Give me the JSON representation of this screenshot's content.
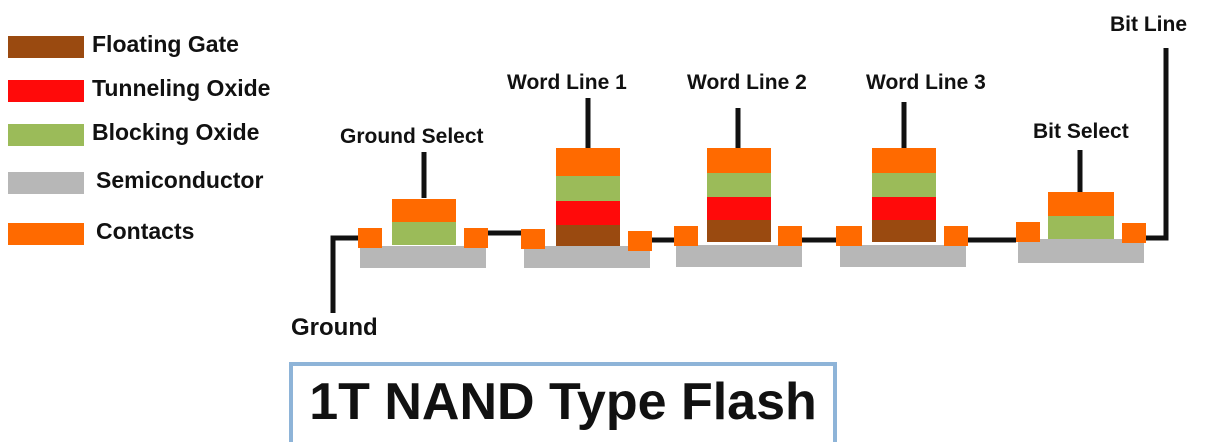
{
  "legend": [
    {
      "label": "Floating Gate",
      "color": "#9a4a10"
    },
    {
      "label": "Tunneling Oxide",
      "color": "#ff0a0a"
    },
    {
      "label": "Blocking Oxide",
      "color": "#9bbb59"
    },
    {
      "label": "Semiconductor",
      "color": "#b7b7b7"
    },
    {
      "label": "Contacts",
      "color": "#ff6a00"
    }
  ],
  "labels": {
    "ground": "Ground",
    "ground_select": "Ground Select",
    "word_line_1": "Word Line 1",
    "word_line_2": "Word Line 2",
    "word_line_3": "Word Line 3",
    "bit_select": "Bit Select",
    "bit_line": "Bit Line"
  },
  "title": "1T NAND Type Flash",
  "colors": {
    "floating_gate": "#9a4a10",
    "tunneling_oxide": "#ff0a0a",
    "blocking_oxide": "#9bbb59",
    "semiconductor": "#b7b7b7",
    "contacts": "#ff6a00",
    "wire": "#111111",
    "title_border": "#8eb4d8"
  }
}
